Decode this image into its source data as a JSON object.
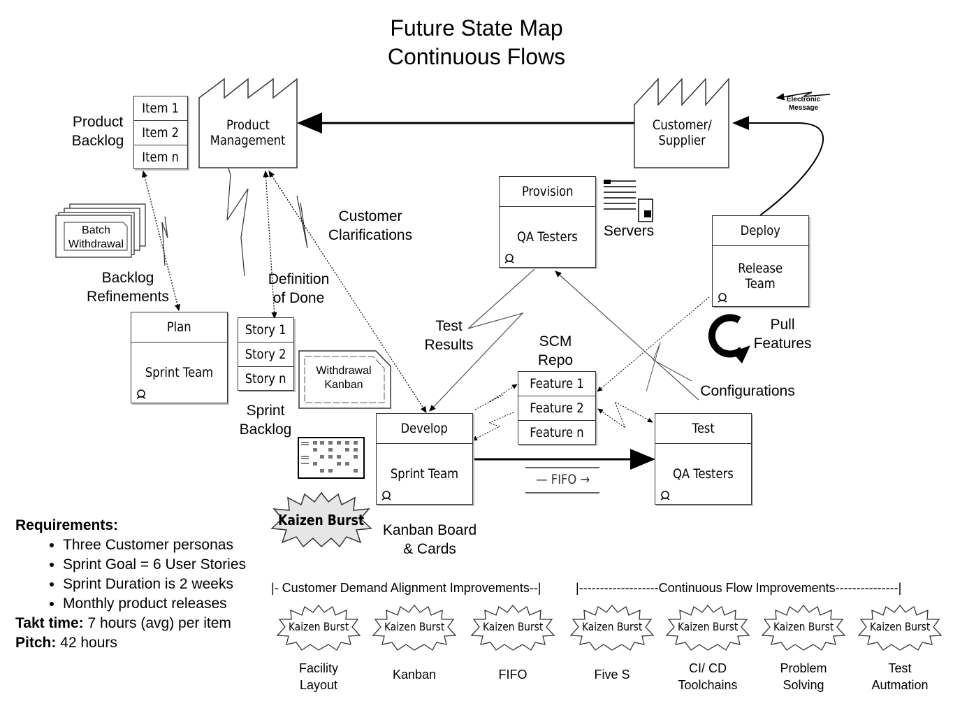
{
  "title": {
    "line1": "Future State Map",
    "line2": "Continuous Flows"
  },
  "product_backlog": {
    "label_line1": "Product",
    "label_line2": "Backlog",
    "items": [
      "Item 1",
      "Item 2",
      "Item n"
    ]
  },
  "product_management": {
    "line1": "Product",
    "line2": "Management"
  },
  "customer_supplier": {
    "line1": "Customer/",
    "line2": "Supplier"
  },
  "electronic_message": {
    "line1": "Electronic",
    "line2": "Message"
  },
  "batch_withdrawal": {
    "line1": "Batch",
    "line2": "Withdrawal"
  },
  "backlog_refinements": {
    "line1": "Backlog",
    "line2": "Refinements"
  },
  "definition_of_done": {
    "line1": "Definition",
    "line2": "of Done"
  },
  "customer_clarifications": {
    "line1": "Customer",
    "line2": "Clarifications"
  },
  "provision": {
    "header": "Provision",
    "body": "QA Testers"
  },
  "servers": {
    "label": "Servers"
  },
  "deploy": {
    "header": "Deploy",
    "body_line1": "Release",
    "body_line2": "Team"
  },
  "plan": {
    "header": "Plan",
    "body": "Sprint Team"
  },
  "sprint_backlog": {
    "label_line1": "Sprint",
    "label_line2": "Backlog",
    "items": [
      "Story 1",
      "Story 2",
      "Story n"
    ]
  },
  "withdrawal_kanban": {
    "line1": "Withdrawal",
    "line2": "Kanban"
  },
  "test_results": {
    "line1": "Test",
    "line2": "Results"
  },
  "scm_repo": {
    "label_line1": "SCM",
    "label_line2": "Repo",
    "items": [
      "Feature 1",
      "Feature 2",
      "Feature n"
    ]
  },
  "pull_features": {
    "line1": "Pull",
    "line2": "Features"
  },
  "configurations": {
    "label": "Configurations"
  },
  "develop": {
    "header": "Develop",
    "body": "Sprint Team"
  },
  "test": {
    "header": "Test",
    "body": "QA Testers"
  },
  "fifo": {
    "label": "FIFO"
  },
  "kaizen_main": {
    "label": "Kaizen Burst"
  },
  "kanban_board": {
    "line1": "Kanban Board",
    "line2": "& Cards"
  },
  "requirements": {
    "heading": "Requirements:",
    "items": [
      "Three Customer personas",
      "Sprint Goal = 6 User Stories",
      "Sprint Duration is 2 weeks",
      "Monthly product releases"
    ],
    "takt_label": "Takt time:",
    "takt_value": " 7 hours (avg) per item",
    "pitch_label": "Pitch:",
    "pitch_value": " 42 hours"
  },
  "improvements": {
    "customer_demand": "|- Customer Demand Alignment Improvements--|",
    "continuous_flow": "|-------------------Continuous Flow Improvements---------------|",
    "burst_label": "Kaizen Burst",
    "bursts": [
      {
        "line1": "Facility",
        "line2": "Layout"
      },
      {
        "line1": "Kanban",
        "line2": ""
      },
      {
        "line1": "FIFO",
        "line2": ""
      },
      {
        "line1": "Five S",
        "line2": ""
      },
      {
        "line1": "CI/ CD",
        "line2": "Toolchains"
      },
      {
        "line1": "Problem",
        "line2": "Solving"
      },
      {
        "line1": "Test",
        "line2": "Autmation"
      }
    ]
  },
  "colors": {
    "line": "#000000",
    "thin_line": "#555555",
    "shadow": "#bbbbbb",
    "burst_fill": "#e6e6e6"
  }
}
